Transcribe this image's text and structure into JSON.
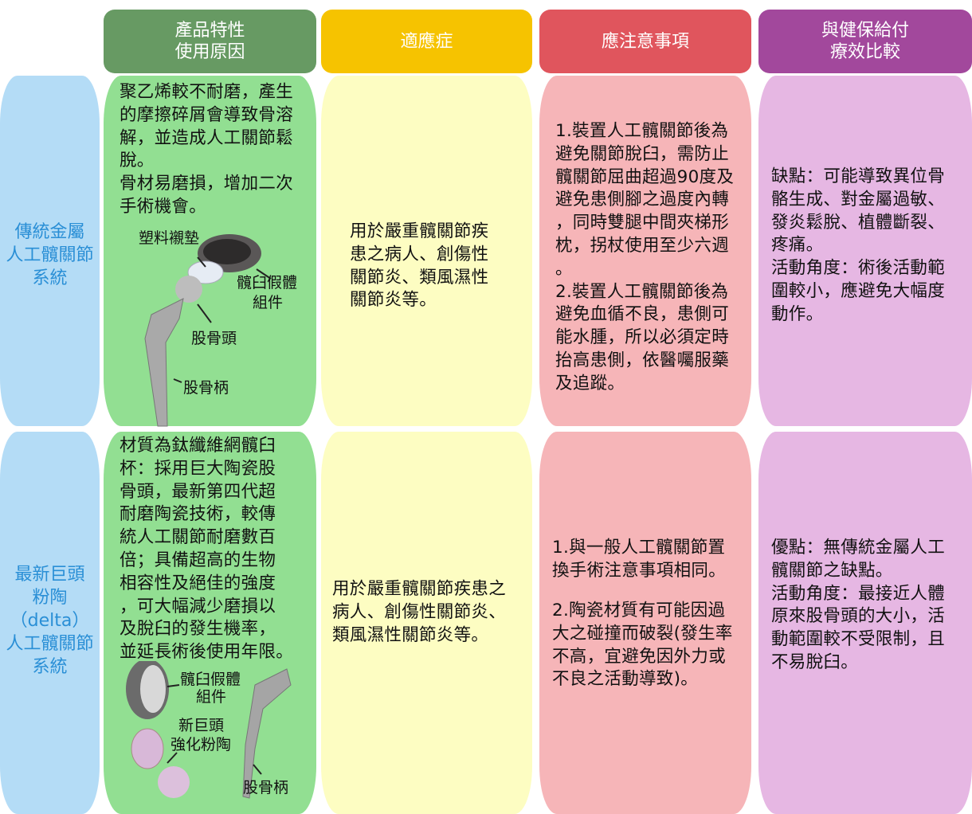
{
  "colors": {
    "green_header": "#679a63",
    "yellow_header": "#f6c300",
    "red_header": "#e0555d",
    "purple_header": "#a2489c",
    "green_body": "#92df92",
    "yellow_body": "#fdfdc2",
    "pink_body": "#f6b5b8",
    "lavender_body": "#e6b7e3",
    "blue_side": "#b4dcf6",
    "side_text": "#2a8fd6"
  },
  "headers": [
    {
      "lines": [
        "產品特性",
        "使用原因"
      ]
    },
    {
      "lines": [
        "適應症"
      ]
    },
    {
      "lines": [
        "應注意事項"
      ]
    },
    {
      "lines": [
        "與健保給付",
        "療效比較"
      ]
    }
  ],
  "rows": [
    {
      "side": [
        "傳統金屬",
        "人工髖關節",
        "系統"
      ],
      "features": [
        "聚乙烯較不耐磨，產生",
        "的摩擦碎屑會導致骨溶",
        "解，並造成人工關節鬆",
        "脫。",
        "骨材易磨損，增加二次",
        "手術機會。"
      ],
      "figure_labels": {
        "liner": "塑料襯墊",
        "cup": "髖臼假體",
        "cup2": "組件",
        "head": "股骨頭",
        "stem": "股骨柄"
      },
      "indications": [
        "用於嚴重髖關節疾",
        "患之病人、創傷性",
        "關節炎、類風濕性",
        "關節炎等。"
      ],
      "precautions": [
        "1.裝置人工髖關節後為",
        "避免關節脫臼，需防止",
        "髖關節屈曲超過90度及",
        "避免患側腳之過度內轉",
        "，同時雙腿中間夾梯形",
        "枕，拐杖使用至少六週",
        "。",
        "2.裝置人工髖關節後為",
        "避免血循不良，患側可",
        "能水腫，所以必須定時",
        "抬高患側，依醫囑服藥",
        "及追蹤。"
      ],
      "comparison": [
        "缺點：可能導致異位骨",
        "骼生成、對金屬過敏、",
        "發炎鬆脫、植體斷裂、",
        "疼痛。",
        "活動角度：術後活動範",
        "圍較小，應避免大幅度",
        "動作。"
      ]
    },
    {
      "side": [
        "最新巨頭",
        "粉陶",
        "（delta）",
        "人工髖關節",
        "系統"
      ],
      "features": [
        "材質為鈦纖維網髖臼",
        "杯：採用巨大陶瓷股",
        "骨頭，最新第四代超",
        "耐磨陶瓷技術，較傳",
        "統人工關節耐磨數百",
        "倍；具備超高的生物",
        "相容性及絕佳的強度",
        "，可大幅減少磨損以",
        "及脫臼的發生機率，",
        "並延長術後使用年限。"
      ],
      "figure_labels": {
        "cup": "髖臼假體",
        "cup2": "組件",
        "head": "新巨頭",
        "head2": "強化粉陶",
        "stem": "股骨柄"
      },
      "indications": [
        "用於嚴重髖關節疾患之",
        "病人、創傷性關節炎、",
        "類風濕性關節炎等。"
      ],
      "precautions": [
        "1.與一般人工髖關節置",
        "換手術注意事項相同。",
        " ",
        "2.陶瓷材質有可能因過",
        "大之碰撞而破裂(發生率",
        "不高，宜避免因外力或",
        "不良之活動導致)。"
      ],
      "comparison": [
        "優點：無傳統金屬人工",
        "髖關節之缺點。",
        "活動角度：最接近人體",
        "原來股骨頭的大小，活",
        "動範圍較不受限制，且",
        "不易脫臼。"
      ]
    }
  ]
}
